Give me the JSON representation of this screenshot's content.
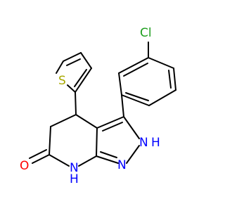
{
  "molecule": {
    "atoms": {
      "cl": {
        "text": "Cl",
        "color": "#1d9e1d"
      },
      "s": {
        "text": "S",
        "color": "#a8a800"
      },
      "nh_top": {
        "text": "N",
        "color": "#0000ff"
      },
      "h_top": {
        "text": "H",
        "color": "#0000ff"
      },
      "n_mid": {
        "text": "N",
        "color": "#0000ff"
      },
      "nh_bot": {
        "text": "N",
        "color": "#0000ff"
      },
      "h_bot": {
        "text": "H",
        "color": "#0000ff"
      },
      "o": {
        "text": "O",
        "color": "#ff0000"
      }
    },
    "bond_color": "#000000",
    "background": "#ffffff"
  }
}
